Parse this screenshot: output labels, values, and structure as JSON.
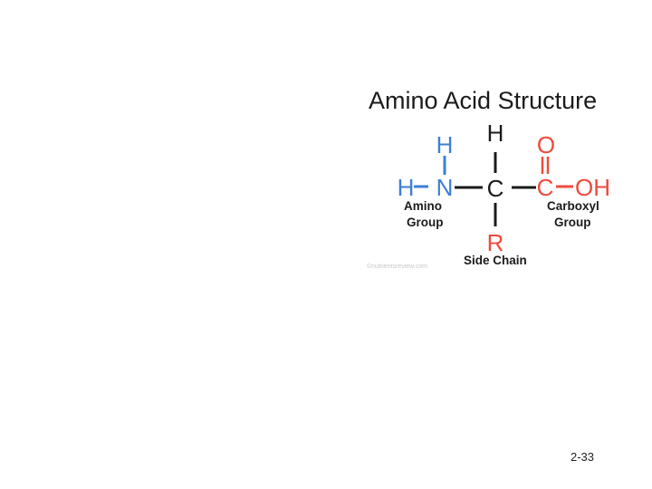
{
  "title": "Amino Acid Structure",
  "atoms": {
    "h_amino_top": "H",
    "h_amino_left": "H",
    "n": "N",
    "c_alpha": "C",
    "h_top": "H",
    "c_carboxyl": "C",
    "o_double": "O",
    "oh": "OH",
    "r": "R"
  },
  "labels": {
    "amino_line1": "Amino",
    "amino_line2": "Group",
    "carboxyl_line1": "Carboxyl",
    "carboxyl_line2": "Group",
    "side_chain": "Side Chain"
  },
  "watermark": "©nutrientsreview.com",
  "page_number": "2-33",
  "colors": {
    "blue": "#3d7fd6",
    "red": "#ee4b3d",
    "black": "#1b1b1b",
    "watermark": "#c8c8c8"
  }
}
